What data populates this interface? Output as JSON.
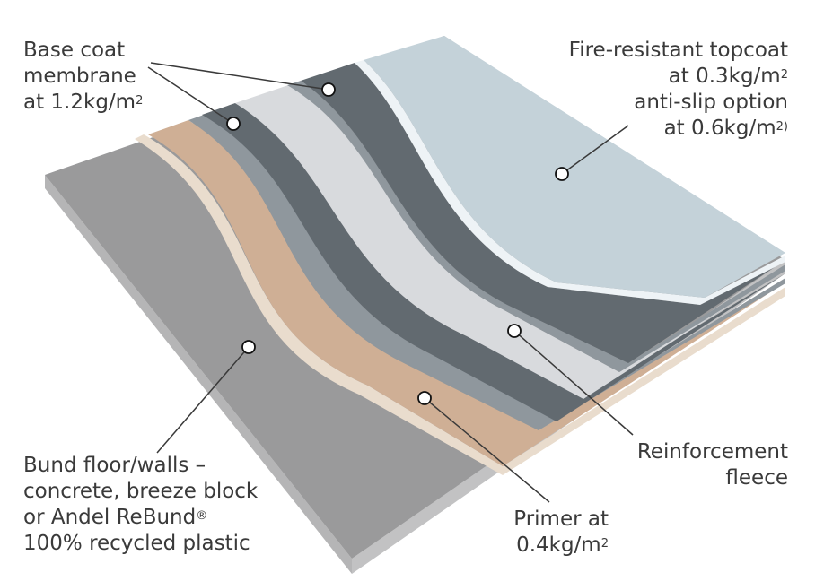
{
  "labels": {
    "base_coat": {
      "lines": [
        "Base coat",
        "membrane"
      ],
      "rate_prefix": "at 1.2kg/m",
      "rate_sup": "2"
    },
    "topcoat": {
      "title": "Fire-resistant topcoat",
      "rate_prefix": "at 0.3kg/m",
      "rate_sup": "2",
      "option": "anti-slip option",
      "option_rate_prefix": "at 0.6kg/m",
      "option_rate_sup": "2)"
    },
    "fleece": {
      "lines": [
        "Reinforcement",
        "fleece"
      ]
    },
    "primer": {
      "line1": "Primer at",
      "rate_prefix": "0.4kg/m",
      "rate_sup": "2"
    },
    "bund": {
      "line1": "Bund floor/walls –",
      "line2": "concrete, breeze block",
      "line3_prefix": "or Andel ReBund",
      "line3_sup": "®",
      "line4": "100% recycled plastic"
    }
  },
  "colors": {
    "concrete": "#9a9a9b",
    "concrete_edge": "#b5b5b6",
    "primer": "#cfaf95",
    "primer_edge": "#e9dccd",
    "membrane": "#626a70",
    "membrane_edge": "#8f979d",
    "fleece": "#d8dadd",
    "topcoat": "#c4d2d9",
    "topcoat_edge": "#eef3f6",
    "text": "#3a3a3a"
  }
}
